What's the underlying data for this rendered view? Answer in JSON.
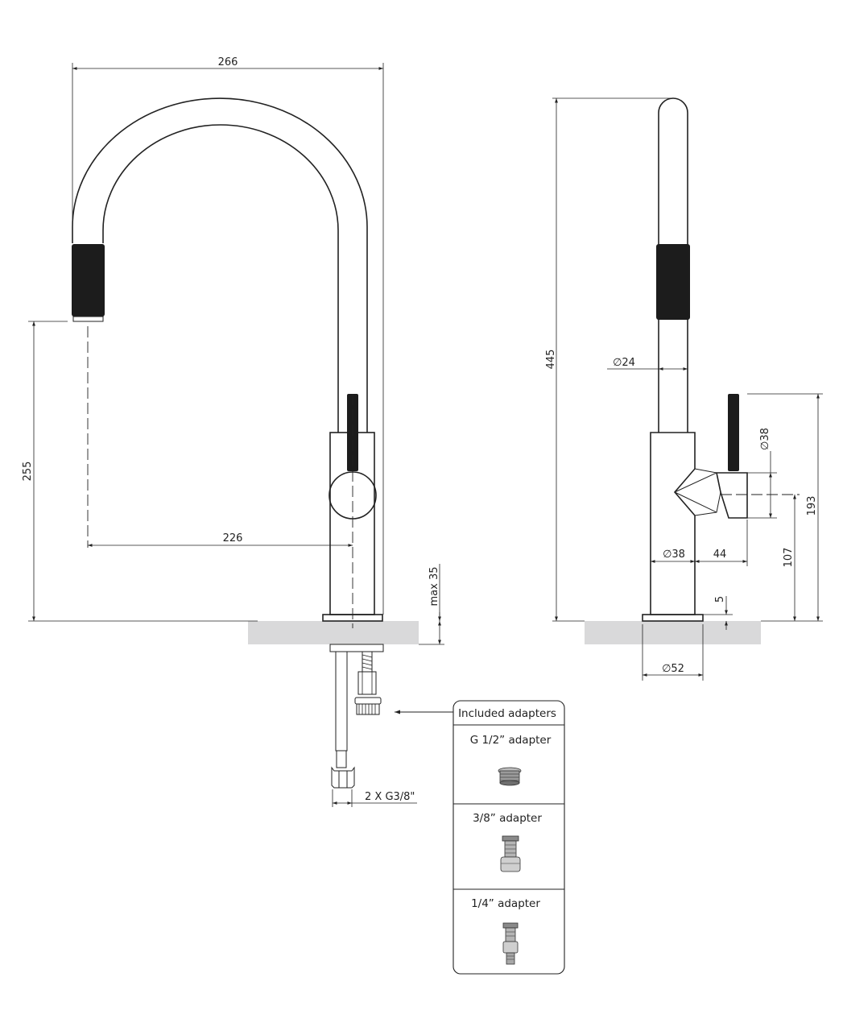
{
  "front_view": {
    "dims": {
      "width": "266",
      "height": "255",
      "reach": "226",
      "max_thickness": "max 35",
      "connection": "2 X G3/8\""
    }
  },
  "side_view": {
    "dims": {
      "height": "445",
      "spout_diameter": "∅24",
      "lever_diameter": "∅38",
      "body_diameter": "∅38",
      "lever_depth": "44",
      "lever_height": "193",
      "axis_height": "107",
      "base_thickness": "5",
      "base_diameter": "∅52"
    }
  },
  "adapters": {
    "title": "Included adapters",
    "items": [
      {
        "label": "G 1/2” adapter"
      },
      {
        "label": "3/8” adapter"
      },
      {
        "label": "1/4” adapter"
      }
    ]
  },
  "colors": {
    "line": "#222222",
    "countertop": "#d9d9da",
    "handle": "#1c1c1c"
  }
}
